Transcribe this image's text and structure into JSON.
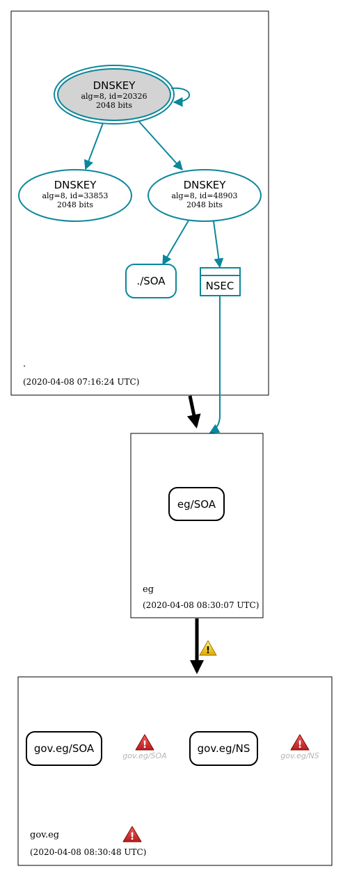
{
  "colors": {
    "teal": "#0a879a",
    "ksk_fill": "#d3d3d3",
    "box_stroke": "#000000",
    "warning_red": "#d32f2f",
    "warning_yellow": "#f2c31a",
    "secondary_text": "#b4b4b4"
  },
  "zones": {
    "root": {
      "name": ".",
      "timestamp": "(2020-04-08 07:16:24 UTC)"
    },
    "eg": {
      "name": "eg",
      "timestamp": "(2020-04-08 08:30:07 UTC)"
    },
    "goveg": {
      "name": "gov.eg",
      "timestamp": "(2020-04-08 08:30:48 UTC)"
    }
  },
  "nodes": {
    "ksk": {
      "title": "DNSKEY",
      "line1": "alg=8, id=20326",
      "line2": "2048 bits"
    },
    "zsk1": {
      "title": "DNSKEY",
      "line1": "alg=8, id=33853",
      "line2": "2048 bits"
    },
    "zsk2": {
      "title": "DNSKEY",
      "line1": "alg=8, id=48903",
      "line2": "2048 bits"
    },
    "root_soa": {
      "label": "./SOA"
    },
    "nsec": {
      "label": "NSEC"
    },
    "eg_soa": {
      "label": "eg/SOA"
    },
    "goveg_soa": {
      "label": "gov.eg/SOA"
    },
    "goveg_ns": {
      "label": "gov.eg/NS"
    },
    "goveg_soa_err": {
      "label": "gov.eg/SOA",
      "icon": "warning-red-icon"
    },
    "goveg_ns_err": {
      "label": "gov.eg/NS",
      "icon": "warning-red-icon"
    }
  },
  "delegation_eg_goveg": {
    "icon": "warning-yellow-icon"
  },
  "goveg_zone_status": {
    "icon": "warning-red-icon"
  }
}
